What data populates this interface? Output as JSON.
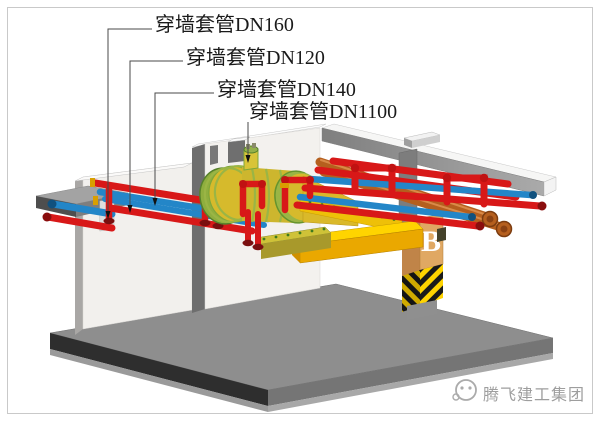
{
  "labels": [
    {
      "text": "穿墙套管DN160"
    },
    {
      "text": "穿墙套管DN120"
    },
    {
      "text": "穿墙套管DN140"
    },
    {
      "text": "穿墙套管DN1100"
    }
  ],
  "watermark": {
    "text": "腾飞建工集团"
  },
  "column_sign": {
    "text": "B"
  },
  "colors": {
    "pipe_red": "#d81818",
    "pipe_blue": "#2386c8",
    "pipe_copper": "#b55f1e",
    "tray_yellow": "#ffd400",
    "equipment_yellow": "#d6ba2c",
    "equipment_green": "#8fae3e",
    "hazard_yellow": "#ffd400",
    "slab_concrete": "#8e8e8e",
    "wall_concrete": "#f1efec",
    "annotation_text": "#1a1a1a",
    "watermark_gray": "#9a9a9a"
  }
}
